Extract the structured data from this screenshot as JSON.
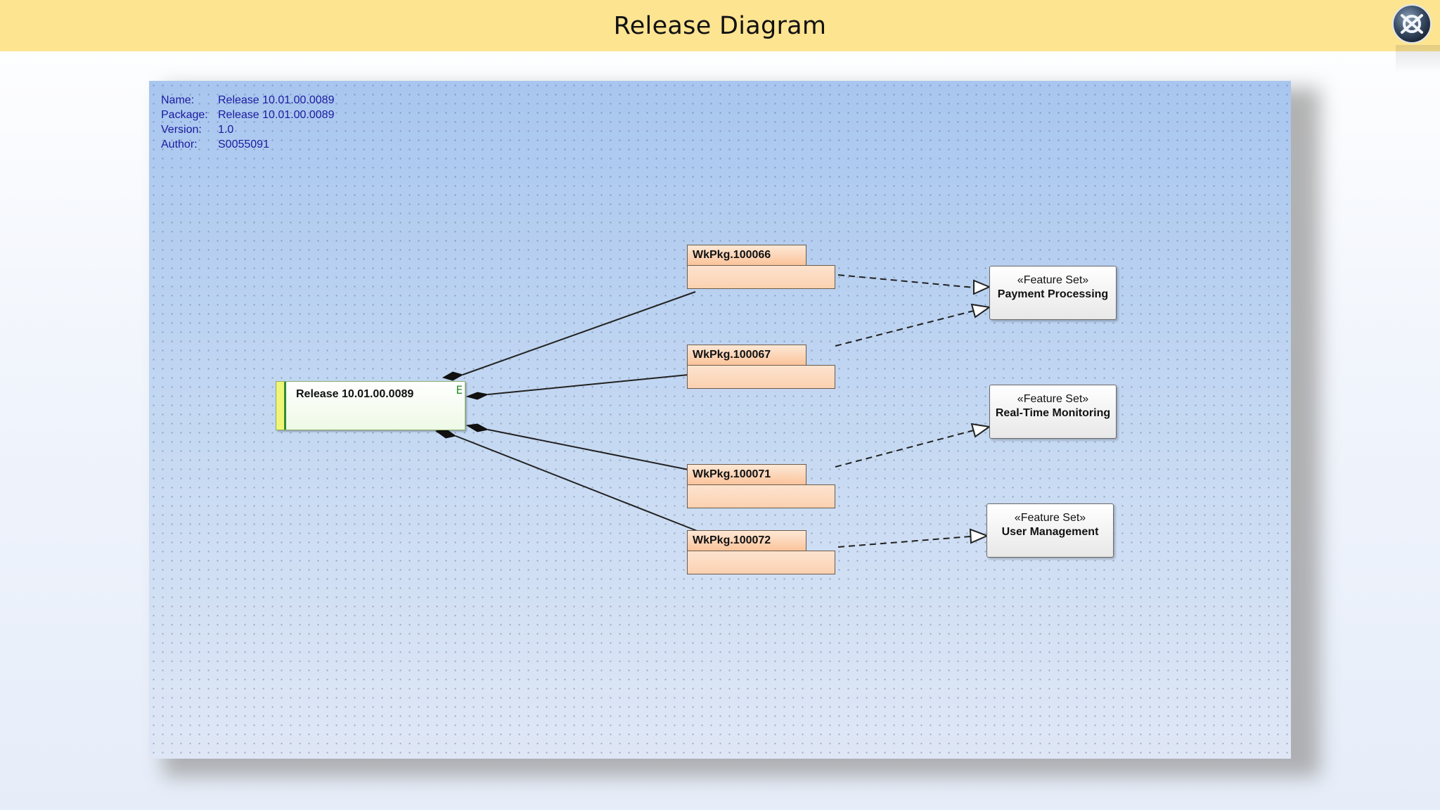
{
  "title": "Release Diagram",
  "meta": [
    {
      "key": "Name:",
      "value": "Release 10.01.00.0089"
    },
    {
      "key": "Package:",
      "value": "Release 10.01.00.0089"
    },
    {
      "key": "Version:",
      "value": "1.0"
    },
    {
      "key": "Author:",
      "value": "S0055091"
    }
  ],
  "release": {
    "label": "Release 10.01.00.0089",
    "icon": "E"
  },
  "work_packages": [
    {
      "label": "WkPkg.100066"
    },
    {
      "label": "WkPkg.100067"
    },
    {
      "label": "WkPkg.100071"
    },
    {
      "label": "WkPkg.100072"
    }
  ],
  "feature_sets": [
    {
      "stereotype": "«Feature Set»",
      "name": "Payment Processing"
    },
    {
      "stereotype": "«Feature Set»",
      "name": "Real-Time Monitoring"
    },
    {
      "stereotype": "«Feature Set»",
      "name": "User Management"
    }
  ],
  "colors": {
    "title_bar": "#fde491",
    "canvas": "#b8d0f1",
    "meta_text": "#1a1aa0",
    "release_border": "#2f8d2f",
    "wkpkg_fill": "#fbc49b"
  },
  "icons": {
    "logo": "globe-logo-icon",
    "release": "element-icon"
  }
}
